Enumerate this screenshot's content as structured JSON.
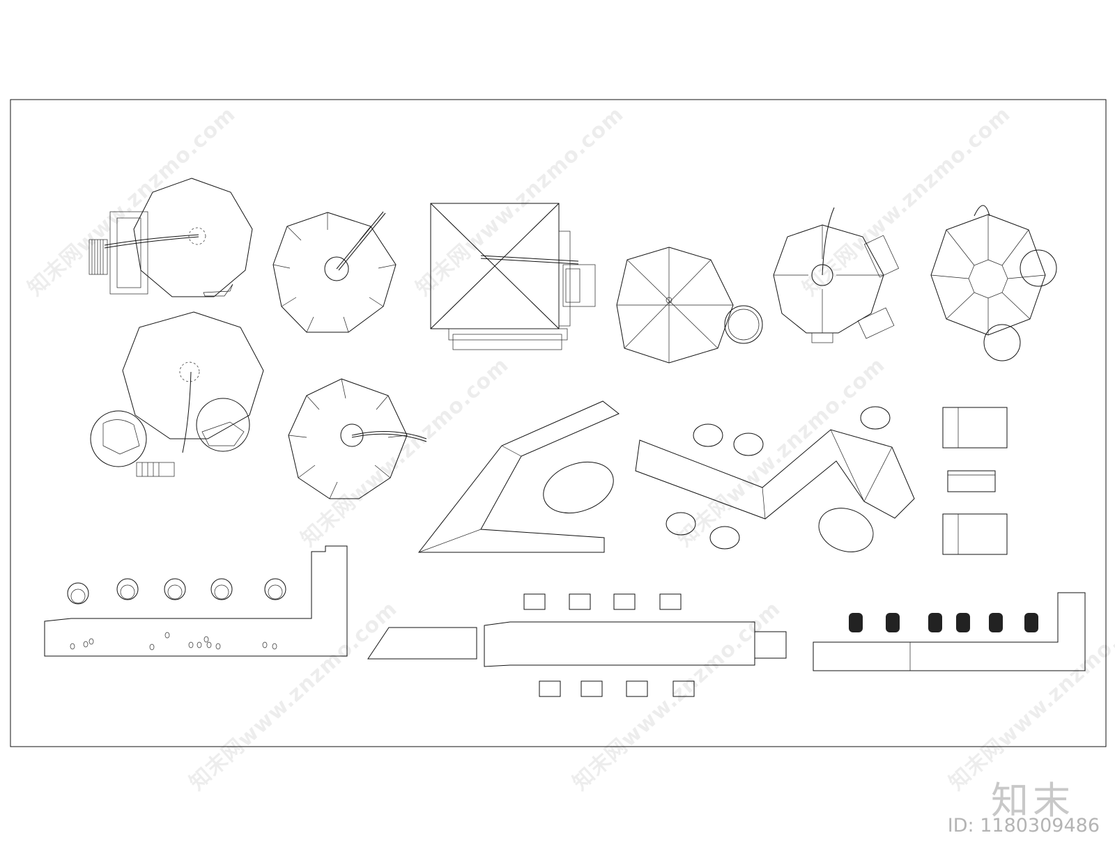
{
  "watermark": {
    "text": "知末网www.znzmo.com"
  },
  "logo": {
    "text": "知末"
  },
  "image_id": {
    "label": "ID: 1180309486"
  },
  "blocks": [
    {
      "name": "umbrella-with-deck-chair"
    },
    {
      "name": "octagon-umbrella"
    },
    {
      "name": "square-parasol-with-cart"
    },
    {
      "name": "round-umbrella-with-chair"
    },
    {
      "name": "octagon-umbrella-with-loungers"
    },
    {
      "name": "octagon-umbrella-round-chairs"
    },
    {
      "name": "umbrella-with-egg-chairs"
    },
    {
      "name": "octagon-umbrella-small"
    },
    {
      "name": "angled-bench-with-oval"
    },
    {
      "name": "zigzag-bench-with-stools"
    },
    {
      "name": "square-seat-group"
    },
    {
      "name": "bar-counter-with-chairs"
    },
    {
      "name": "long-counter-with-stools"
    },
    {
      "name": "counter-with-rattan-stools"
    }
  ]
}
